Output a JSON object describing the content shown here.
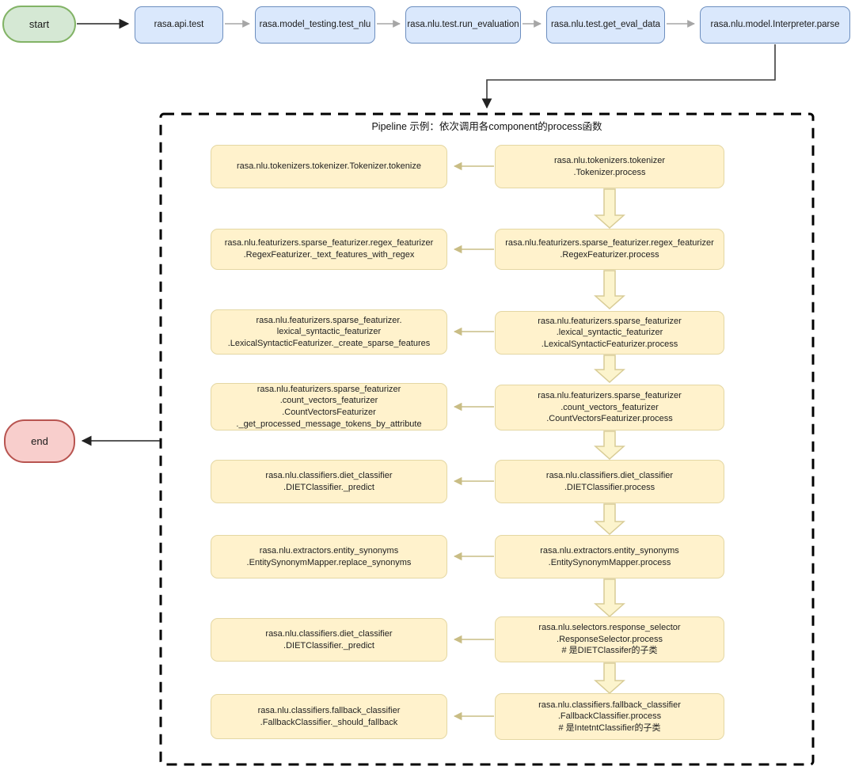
{
  "diagram": {
    "start_label": "start",
    "end_label": "end",
    "top_flow": [
      "rasa.api.test",
      "rasa.model_testing.test_nlu",
      "rasa.nlu.test.run_evaluation",
      "rasa.nlu.test.get_eval_data",
      "rasa.nlu.model.Interpreter.parse"
    ],
    "pipeline": {
      "title": "Pipeline 示例：依次调用各component的process函数",
      "rows": [
        {
          "process": "rasa.nlu.tokenizers.tokenizer\n.Tokenizer.process",
          "calls": "rasa.nlu.tokenizers.tokenizer.Tokenizer.tokenize"
        },
        {
          "process": "rasa.nlu.featurizers.sparse_featurizer.regex_featurizer\n.RegexFeaturizer.process",
          "calls": "rasa.nlu.featurizers.sparse_featurizer.regex_featurizer\n.RegexFeaturizer._text_features_with_regex"
        },
        {
          "process": "rasa.nlu.featurizers.sparse_featurizer\n.lexical_syntactic_featurizer\n.LexicalSyntacticFeaturizer.process",
          "calls": "rasa.nlu.featurizers.sparse_featurizer.\nlexical_syntactic_featurizer\n.LexicalSyntacticFeaturizer._create_sparse_features"
        },
        {
          "process": "rasa.nlu.featurizers.sparse_featurizer\n.count_vectors_featurizer\n.CountVectorsFeaturizer.process",
          "calls": "rasa.nlu.featurizers.sparse_featurizer\n.count_vectors_featurizer\n.CountVectorsFeaturizer\n._get_processed_message_tokens_by_attribute"
        },
        {
          "process": "rasa.nlu.classifiers.diet_classifier\n.DIETClassifier.process",
          "calls": "rasa.nlu.classifiers.diet_classifier\n.DIETClassifier._predict"
        },
        {
          "process": "rasa.nlu.extractors.entity_synonyms\n.EntitySynonymMapper.process",
          "calls": "rasa.nlu.extractors.entity_synonyms\n.EntitySynonymMapper.replace_synonyms"
        },
        {
          "process": "rasa.nlu.selectors.response_selector\n.ResponseSelector.process\n# 是DIETClassifer的子类",
          "calls": "rasa.nlu.classifiers.diet_classifier\n.DIETClassifier._predict"
        },
        {
          "process": "rasa.nlu.classifiers.fallback_classifier\n.FallbackClassifier.process\n# 是IntetntClassifier的子类",
          "calls": "rasa.nlu.classifiers.fallback_classifier\n.FallbackClassifier._should_fallback"
        }
      ]
    },
    "colors": {
      "start_fill": "#d5e8d4",
      "start_border": "#82b366",
      "end_fill": "#f8cecc",
      "end_border": "#b85450",
      "flow_fill": "#dae8fc",
      "flow_border": "#6c8ebf",
      "step_fill": "#fff2cc",
      "step_border": "#e4d7a3",
      "fat_arrow_fill": "#fcf4cd",
      "fat_arrow_border": "#d8cc96",
      "yellow_connector": "#c9bd85",
      "gray_connector": "#a6a6a6",
      "dark_connector": "#3d3d3d"
    }
  }
}
